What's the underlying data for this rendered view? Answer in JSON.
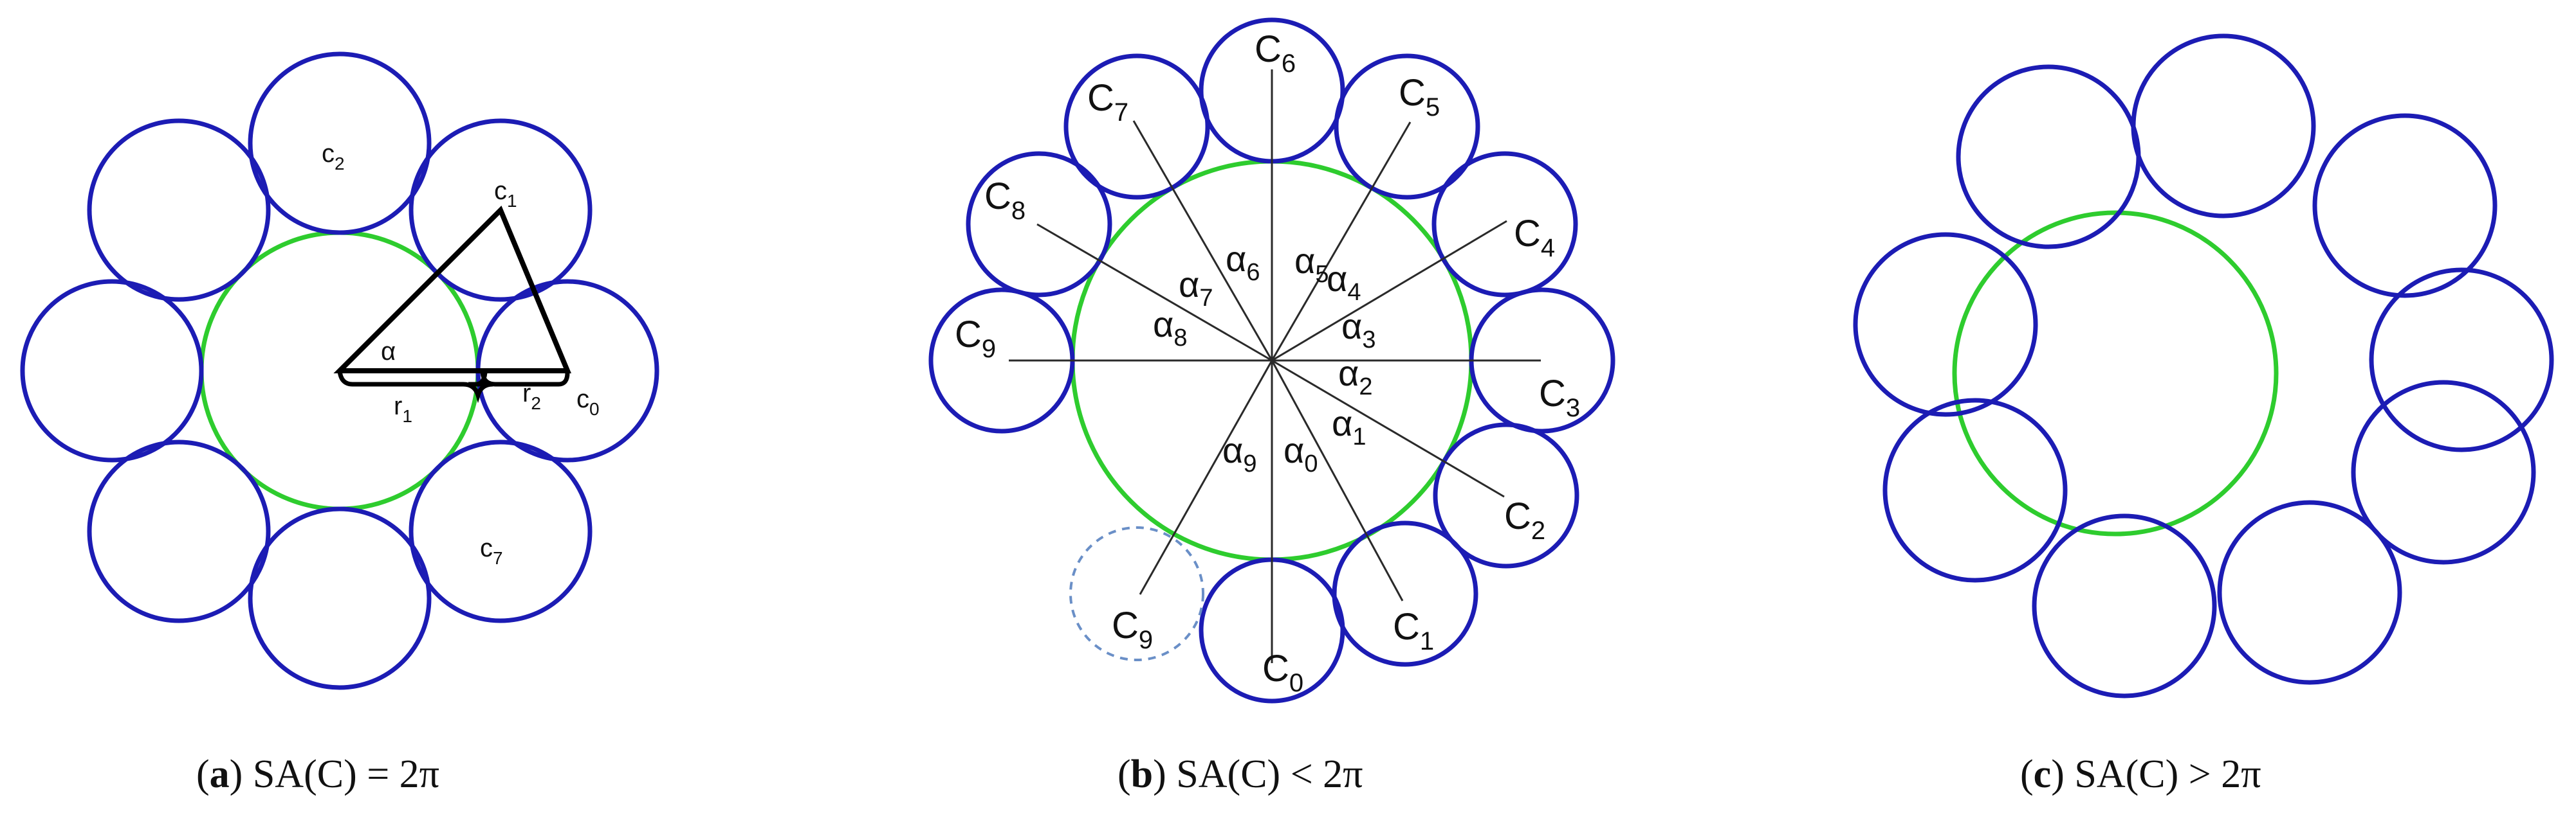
{
  "panel_a": {
    "labels": {
      "c2_main": "c",
      "c2_sub": "2",
      "c1_main": "c",
      "c1_sub": "1",
      "c7_main": "c",
      "c7_sub": "7",
      "c0_main": "c",
      "c0_sub": "0",
      "r1_main": "r",
      "r1_sub": "1",
      "r2_main": "r",
      "r2_sub": "2",
      "alpha": "α"
    },
    "caption": {
      "open": "(",
      "letter": "a",
      "close": ")",
      "text": " SA(C) = 2π"
    }
  },
  "panel_b": {
    "circle_labels": [
      {
        "main": "C",
        "sub": "0"
      },
      {
        "main": "C",
        "sub": "1"
      },
      {
        "main": "C",
        "sub": "2"
      },
      {
        "main": "C",
        "sub": "3"
      },
      {
        "main": "C",
        "sub": "4"
      },
      {
        "main": "C",
        "sub": "5"
      },
      {
        "main": "C",
        "sub": "6"
      },
      {
        "main": "C",
        "sub": "7"
      },
      {
        "main": "C",
        "sub": "8"
      },
      {
        "main": "C",
        "sub": "9"
      },
      {
        "main": "C",
        "sub": "9"
      }
    ],
    "angle_labels": [
      {
        "main": "α",
        "sub": "0"
      },
      {
        "main": "α",
        "sub": "1"
      },
      {
        "main": "α",
        "sub": "2"
      },
      {
        "main": "α",
        "sub": "3"
      },
      {
        "main": "α",
        "sub": "4"
      },
      {
        "main": "α",
        "sub": "5"
      },
      {
        "main": "α",
        "sub": "6"
      },
      {
        "main": "α",
        "sub": "7"
      },
      {
        "main": "α",
        "sub": "8"
      },
      {
        "main": "α",
        "sub": "9"
      }
    ],
    "caption": {
      "open": "(",
      "letter": "b",
      "close": ")",
      "text": " SA(C) < 2π"
    }
  },
  "panel_c": {
    "caption": {
      "open": "(",
      "letter": "c",
      "close": ")",
      "text": " SA(C) > 2π"
    }
  },
  "colors": {
    "outer_circle": "#1c1cb4",
    "center_circle": "#2ecc2e",
    "dashed_circle": "#6a8fc7",
    "lines": "#2a2a2a"
  }
}
